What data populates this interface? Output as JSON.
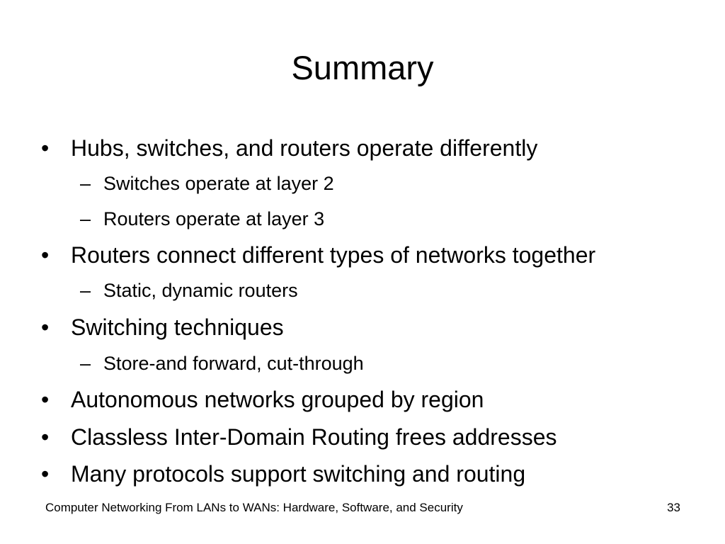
{
  "slide": {
    "title": "Summary",
    "bullets": [
      {
        "level": 1,
        "marker": "•",
        "text": "Hubs, switches, and routers operate differently"
      },
      {
        "level": 2,
        "marker": "–",
        "text": "Switches operate at layer 2"
      },
      {
        "level": 2,
        "marker": "–",
        "text": "Routers operate at layer 3"
      },
      {
        "level": 1,
        "marker": "•",
        "text": "Routers connect different types of networks together"
      },
      {
        "level": 2,
        "marker": "–",
        "text": "Static, dynamic routers"
      },
      {
        "level": 1,
        "marker": "•",
        "text": "Switching techniques"
      },
      {
        "level": 2,
        "marker": "–",
        "text": "Store-and forward, cut-through"
      },
      {
        "level": 1,
        "marker": "•",
        "text": "Autonomous networks grouped by region"
      },
      {
        "level": 1,
        "marker": "•",
        "text": "Classless Inter-Domain Routing frees addresses"
      },
      {
        "level": 1,
        "marker": "•",
        "text": "Many protocols support switching and routing"
      }
    ],
    "footer": "Computer Networking From LANs to WANs: Hardware, Software, and Security",
    "page_number": "33"
  }
}
